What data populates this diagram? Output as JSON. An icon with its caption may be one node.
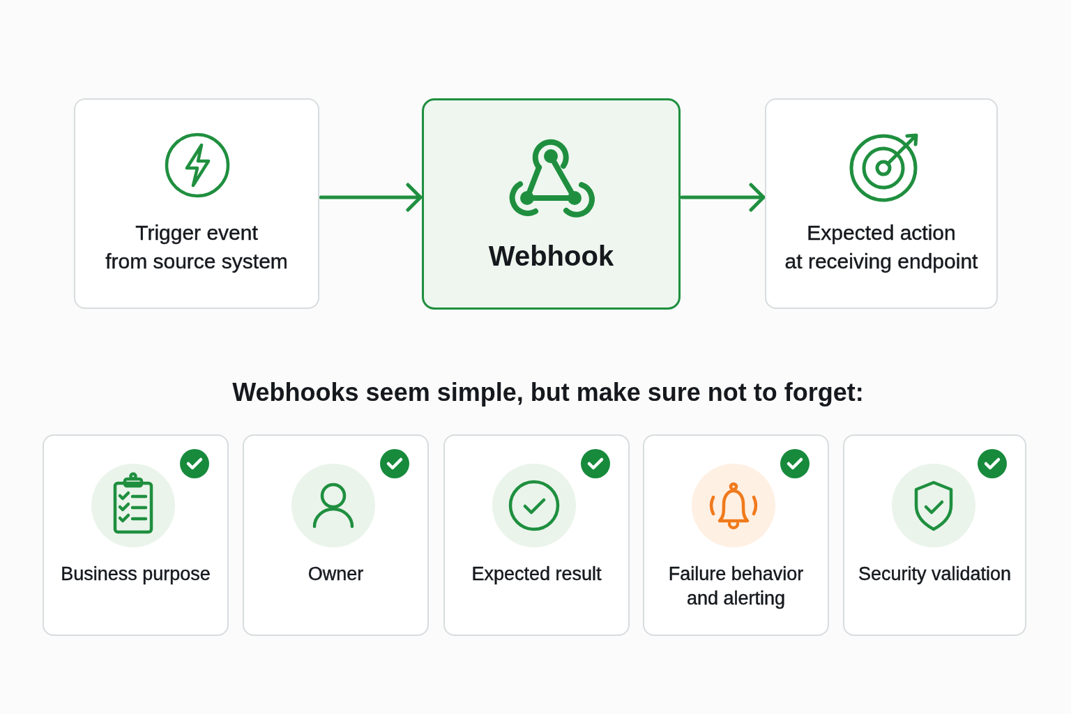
{
  "diagram": {
    "nodes": [
      {
        "text": [
          "Trigger event from source system"
        ]
      },
      {
        "text": [
          "Webhook"
        ]
      },
      {
        "text": [
          "Expected action at receiving endpoint"
        ]
      },
      {
        "text": [
          "Business purpose"
        ]
      },
      {
        "text": [
          "Owner"
        ]
      },
      {
        "text": [
          "Expected result"
        ]
      },
      {
        "text": [
          "Failure behavior and alerting"
        ]
      },
      {
        "text": [
          "Security validation"
        ]
      }
    ],
    "edges": [
      {
        "from": 0,
        "to": 1,
        "arrow": "to"
      },
      {
        "from": 1,
        "to": 2,
        "arrow": "to"
      }
    ],
    "labels": [
      "Webhooks seem simple, but make sure not to forget:"
    ]
  }
}
